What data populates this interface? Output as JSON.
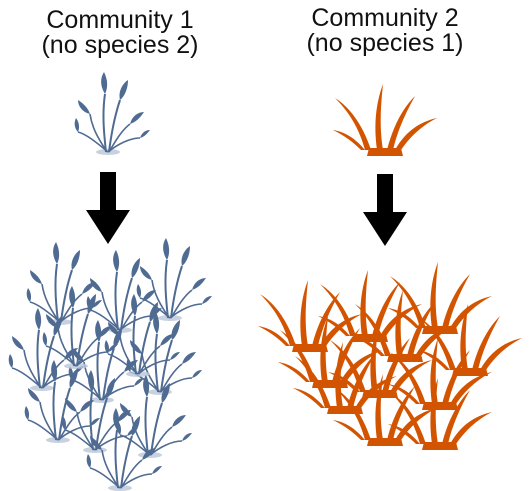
{
  "communities": [
    {
      "title_line1": "Community 1",
      "title_line2": "(no species 2)",
      "plant_icon": "leafy-plant-icon",
      "color": "#4f6b92"
    },
    {
      "title_line1": "Community 2",
      "title_line2": "(no species 1)",
      "plant_icon": "grass-tuft-icon",
      "color": "#d35400"
    }
  ],
  "arrow_color": "#000000",
  "arrow_icon": "down-arrow-icon"
}
